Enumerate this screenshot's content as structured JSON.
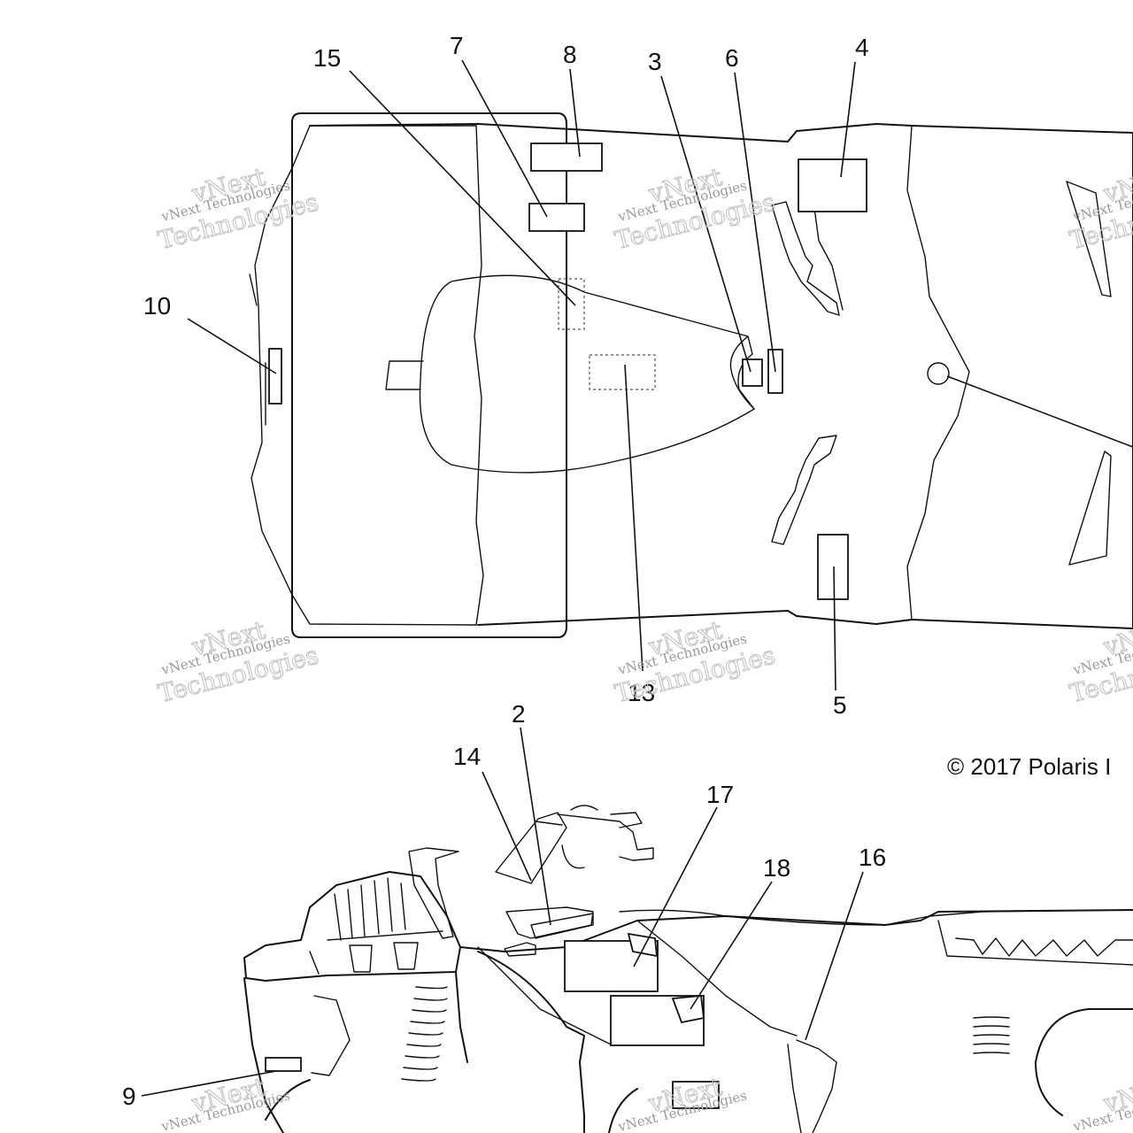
{
  "copyright": "© 2017 Polaris I",
  "watermark": {
    "line1": "vNext Technologies",
    "line2": "vNext",
    "line3": "Technologies"
  },
  "callouts": {
    "c2": "2",
    "c3": "3",
    "c4": "4",
    "c5": "5",
    "c6": "6",
    "c7": "7",
    "c8": "8",
    "c9": "9",
    "c10": "10",
    "c13": "13",
    "c14": "14",
    "c15": "15",
    "c16": "16",
    "c17": "17",
    "c18": "18"
  },
  "icons": {
    "top_view": "atv-top-view-outline",
    "side_view": "atv-side-view-outline"
  },
  "colors": {
    "line": "#111111",
    "watermark": "#9a9a9a",
    "background": "#ffffff"
  }
}
